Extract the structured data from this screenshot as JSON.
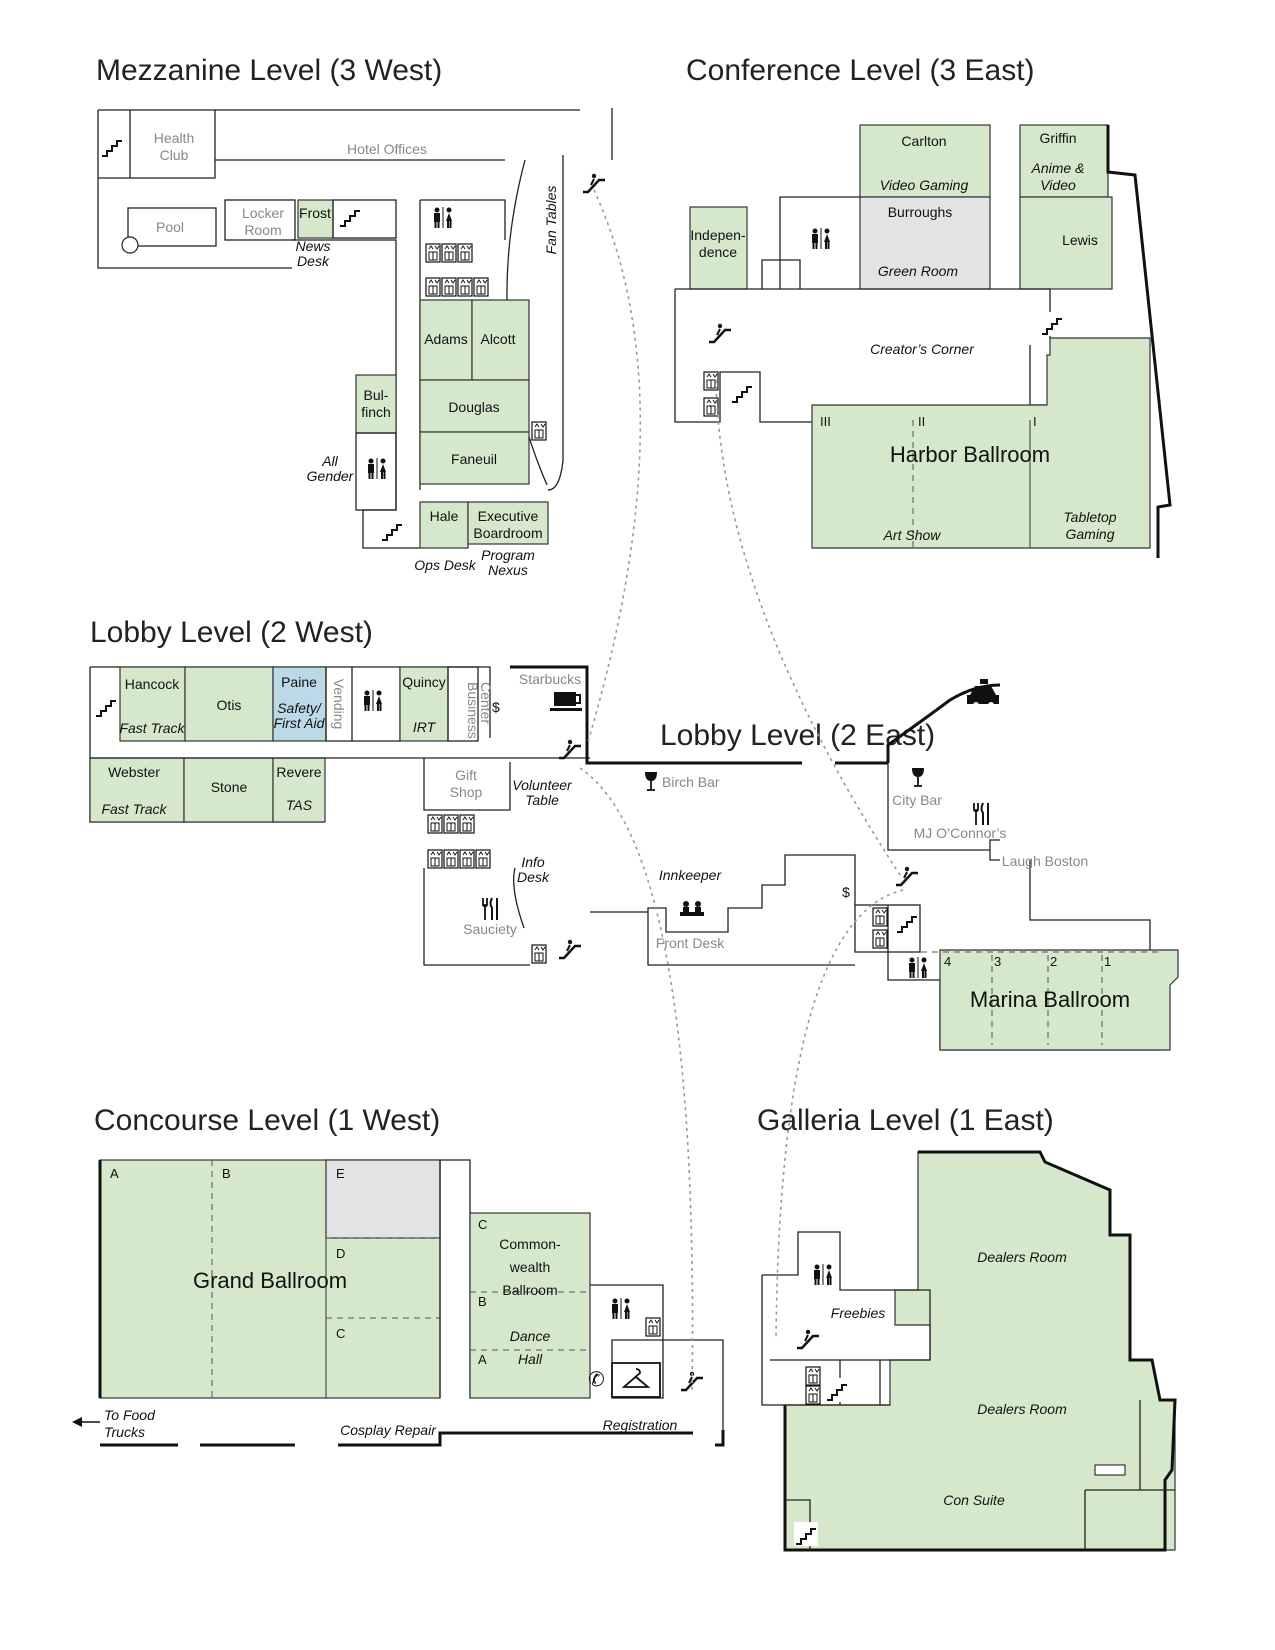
{
  "levels": {
    "mezzanine": "Mezzanine Level (3 West)",
    "conference": "Conference Level (3 East)",
    "lobby_west": "Lobby Level (2 West)",
    "lobby_east": "Lobby Level (2 East)",
    "concourse": "Concourse Level (1 West)",
    "galleria": "Galleria Level (1 East)"
  },
  "mezzanine": {
    "health_club": [
      "Health",
      "Club"
    ],
    "hotel_offices": "Hotel Offices",
    "pool": "Pool",
    "locker_room": [
      "Locker",
      "Room"
    ],
    "frost": "Frost",
    "news_desk": [
      "News",
      "Desk"
    ],
    "fan_tables": "Fan Tables",
    "adams": "Adams",
    "alcott": "Alcott",
    "bulfinch": [
      "Bul-",
      "finch"
    ],
    "douglas": "Douglas",
    "faneuil": "Faneuil",
    "all_gender": [
      "All",
      "Gender"
    ],
    "hale": "Hale",
    "executive_boardroom": [
      "Executive",
      "Boardroom"
    ],
    "ops_desk": "Ops Desk",
    "program_nexus": [
      "Program",
      "Nexus"
    ]
  },
  "conference": {
    "carlton": "Carlton",
    "video_gaming": "Video Gaming",
    "griffin": "Griffin",
    "anime_video": [
      "Anime &",
      "Video"
    ],
    "independence": [
      "Indepen-",
      "dence"
    ],
    "burroughs": "Burroughs",
    "green_room": "Green Room",
    "lewis": "Lewis",
    "creators_corner": "Creator’s Corner",
    "harbor_ballroom": "Harbor Ballroom",
    "sections": [
      "III",
      "II",
      "I"
    ],
    "art_show": "Art Show",
    "tabletop_gaming": [
      "Tabletop",
      "Gaming"
    ]
  },
  "lobby_west": {
    "hancock": "Hancock",
    "fast_track": "Fast Track",
    "otis": "Otis",
    "paine": "Paine",
    "safety_first_aid": [
      "Safety/",
      "First Aid"
    ],
    "vending": "Vending",
    "quincy": "Quincy",
    "irt": "IRT",
    "business_center": [
      "Business",
      "Center"
    ],
    "dollar": "$",
    "webster": "Webster",
    "stone": "Stone",
    "revere": "Revere",
    "tas": "TAS",
    "gift_shop": [
      "Gift",
      "Shop"
    ],
    "volunteer_table": [
      "Volunteer",
      "Table"
    ],
    "info_desk": [
      "Info",
      "Desk"
    ],
    "sauciety": "Sauciety"
  },
  "lobby_east": {
    "starbucks": "Starbucks",
    "birch_bar": "Birch Bar",
    "innkeeper": "Innkeeper",
    "front_desk": "Front Desk",
    "dollar": "$",
    "city_bar": "City Bar",
    "mj_oconnors": "MJ O’Connor’s",
    "laugh_boston": "Laugh Boston",
    "marina_ballroom": "Marina Ballroom",
    "sections": [
      "4",
      "3",
      "2",
      "1"
    ]
  },
  "concourse": {
    "sections": [
      "A",
      "B",
      "E",
      "D",
      "C"
    ],
    "grand_ballroom": "Grand Ballroom",
    "commonwealth": [
      "Common-",
      "wealth",
      "Ballroom"
    ],
    "cw_sections": [
      "C",
      "B",
      "A"
    ],
    "dance_hall": [
      "Dance",
      "Hall"
    ],
    "to_food_trucks": [
      "To Food",
      "Trucks"
    ],
    "cosplay_repair": "Cosplay Repair",
    "registration": "Registration"
  },
  "galleria": {
    "freebies": "Freebies",
    "dealers_room_1": "Dealers Room",
    "dealers_room_2": "Dealers Room",
    "con_suite": "Con Suite"
  },
  "icons": [
    "stairs-icon",
    "escalator-icon",
    "elevator-icon",
    "restroom-icon",
    "coffee-icon",
    "wine-icon",
    "dining-icon",
    "car-icon",
    "phone-icon",
    "coat-check-icon",
    "desk-icon"
  ],
  "colors": {
    "room_green": "#d6e8cc",
    "room_gray": "#e3e3e3",
    "room_blue": "#bcd9e8"
  }
}
